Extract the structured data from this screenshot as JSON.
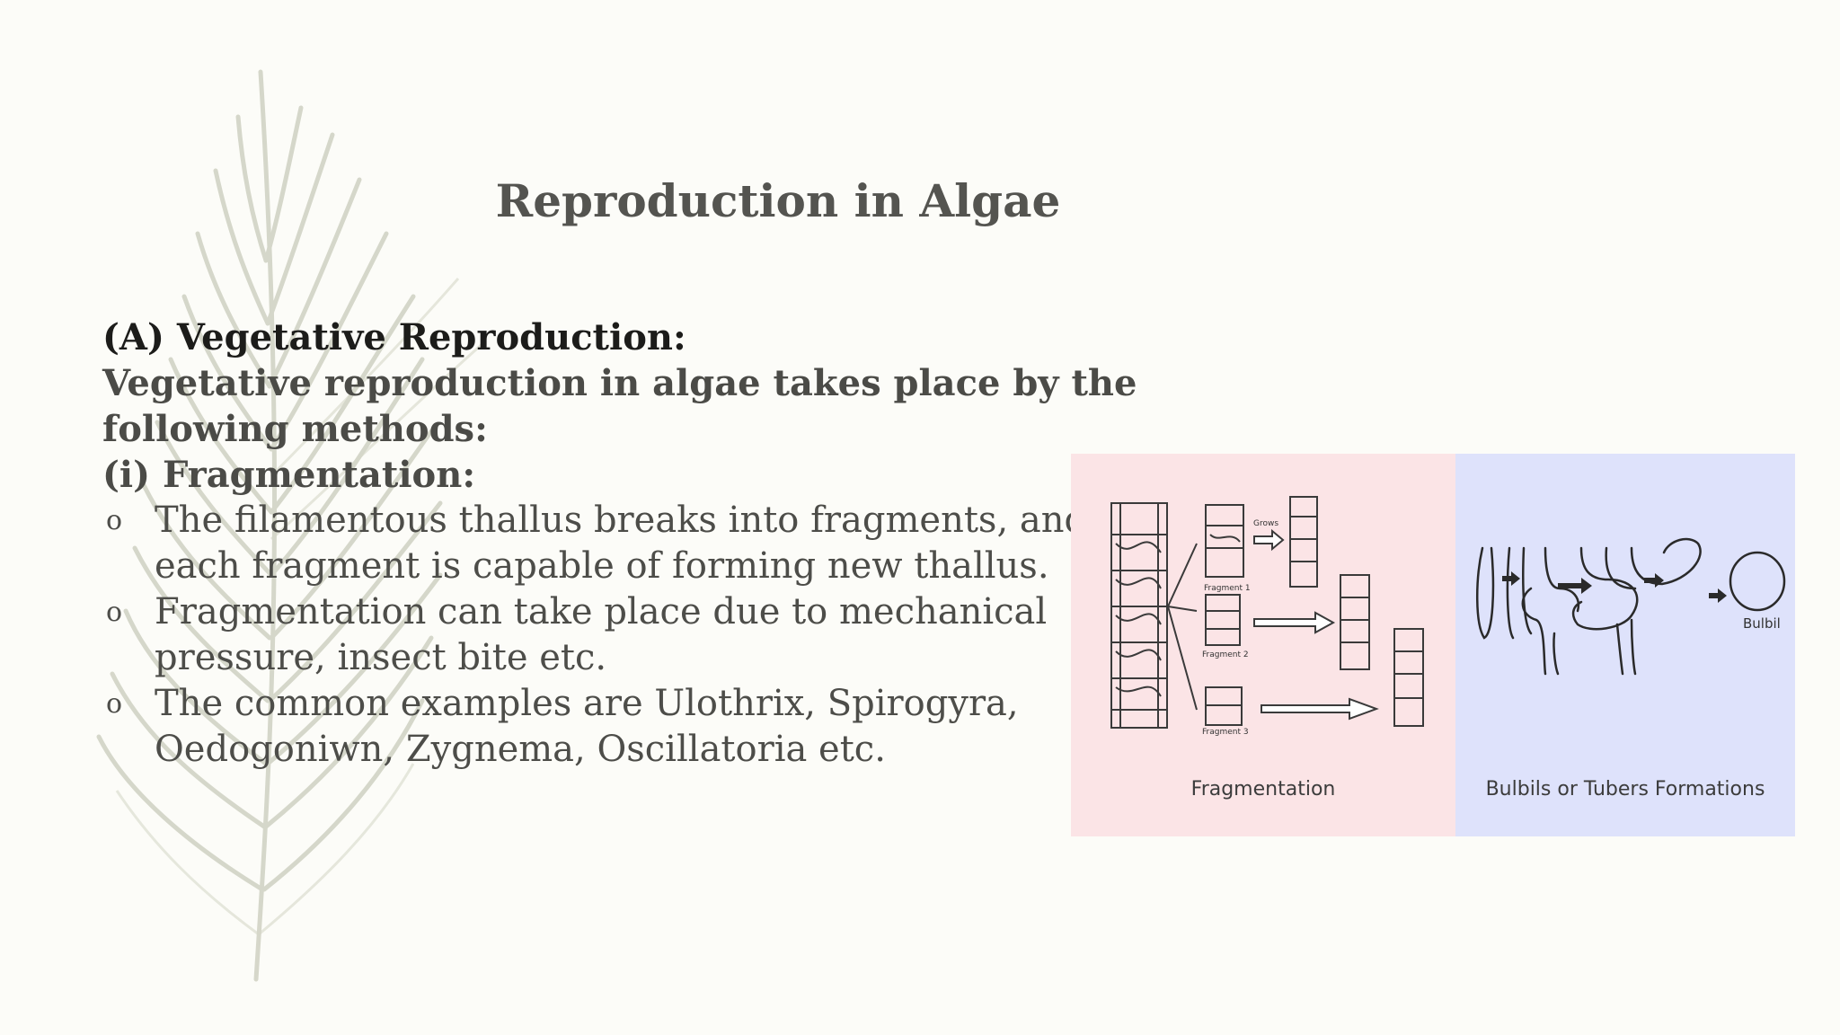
{
  "slide": {
    "title": "Reproduction in Algae",
    "section_heading": "(A) Vegetative Reproduction:",
    "intro_line_1": "Vegetative reproduction in algae takes place by the",
    "intro_line_2": "following methods:",
    "sub_heading": "(i) Fragmentation:",
    "bullet_marker": "o",
    "bullets": [
      {
        "line_1": "The filamentous thallus breaks into fragments, and",
        "line_2": "each fragment is capable of forming new thallus."
      },
      {
        "line_1": "Fragmentation can take place due to mechanical",
        "line_2": "pressure, insect bite etc."
      },
      {
        "line_1": "The common examples are Ulothrix, Spirogyra,",
        "line_2": "Oedogoniwn, Zygnema, Oscillatoria etc."
      }
    ]
  },
  "figure": {
    "left_caption": "Fragmentation",
    "right_caption": "Bulbils or Tubers Formations",
    "labels": {
      "grows": "Grows",
      "fragment_1": "Fragment 1",
      "fragment_2": "Fragment 2",
      "fragment_3": "Fragment 3",
      "bulbil": "Bulbil"
    },
    "colors": {
      "left_panel": "#fbe4e6",
      "right_panel": "#dee2fb"
    }
  }
}
